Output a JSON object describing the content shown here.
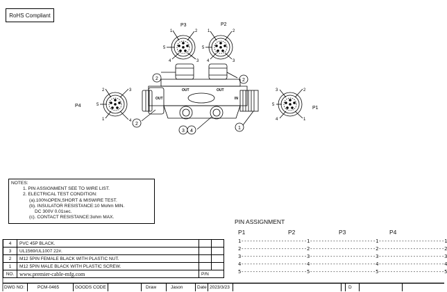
{
  "rohs": "RoHS Compliant",
  "connectors": {
    "p1": "P1",
    "p2": "P2",
    "p3": "P3",
    "p4": "P4"
  },
  "pins": [
    "1",
    "2",
    "3",
    "4",
    "5"
  ],
  "callouts": [
    "1",
    "2",
    "2",
    "2",
    "3",
    "4"
  ],
  "body_labels": {
    "out": "OUT",
    "in": "IN"
  },
  "notes": {
    "title": "NOTES:",
    "lines": [
      "1. PIN ASSIGNMENT SEE TO WIRE LIST.",
      "2. ELECTRICAL TEST CONDITION:",
      "(a).100%OPEN,SHORT & MISWIRE TEST.",
      "(b). INSULATOR RESISTANCE:10 Mohm MIN.",
      "DC 300V 0.01sec.",
      "(c). CONTACT RESISTANCE:3ohm MAX."
    ]
  },
  "pin_assignment": {
    "title": "PIN  ASSIGNMENT",
    "headers": [
      "P1",
      "P2",
      "P3",
      "P4"
    ],
    "rows": [
      "1-----------------------1-----------------------1-----------------------1",
      "2-----------------------2-----------------------2-----------------------2",
      "3-----------------------3-----------------------3-----------------------3",
      "4-----------------------4-----------------------4-----------------------4",
      "5-----------------------5-----------------------5-----------------------5"
    ]
  },
  "bom": [
    {
      "no": "4",
      "desc": "PVC 45P BLACK."
    },
    {
      "no": "3",
      "desc": "UL1569/UL1007 22#."
    },
    {
      "no": "2",
      "desc": "M12 5PIN FEMALE  BLACK WITH PLASTIC NUT."
    },
    {
      "no": "1",
      "desc": "M12 5PIN MALE  BLACK WITH PLASTIC SCREW."
    },
    {
      "no": "NO.",
      "desc": "www.premier-cable-mfg.com",
      "pn": "P/N"
    }
  ],
  "title_block": {
    "dwg_label": "DWG NO:",
    "dwg_value": "PCM-0465",
    "goods_label": "GOODS CODE",
    "draw_label": "Draw",
    "draw_value": "Jason",
    "date_label": "Date",
    "date_value": "2023/3/23",
    "rev": "D"
  }
}
